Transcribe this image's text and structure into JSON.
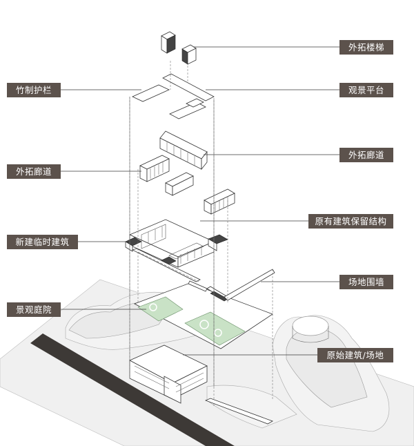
{
  "labels": {
    "external_stair": "外拓楼梯",
    "bamboo_railing": "竹制护栏",
    "viewing_platform": "观景平台",
    "external_corridor_left": "外拓廊道",
    "external_corridor_right": "外拓廊道",
    "retained_structure": "原有建筑保留结构",
    "new_temporary_building": "新建临时建筑",
    "site_wall": "场地围墙",
    "landscape_courtyard": "景观庭院",
    "original_building_site": "原始建筑/场地"
  },
  "colors": {
    "label_bg": "#5c524c",
    "label_text": "#ffffff",
    "green_space": "#c9e2c6",
    "road": "#3d3936"
  }
}
